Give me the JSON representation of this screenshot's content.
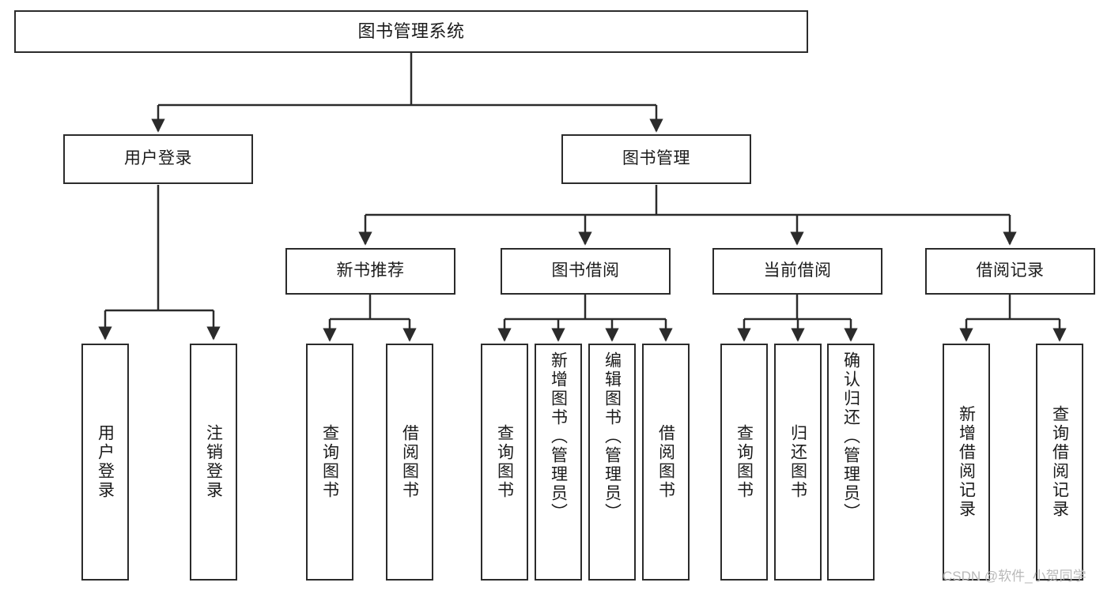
{
  "diagram": {
    "title": "图书管理系统",
    "nodes": {
      "root": {
        "label": "图书管理系统"
      },
      "level2": [
        {
          "id": "user-login",
          "label": "用户登录"
        },
        {
          "id": "book-management",
          "label": "图书管理"
        }
      ],
      "level3": [
        {
          "id": "new-book-recommend",
          "label": "新书推荐"
        },
        {
          "id": "book-borrow",
          "label": "图书借阅"
        },
        {
          "id": "current-borrow",
          "label": "当前借阅"
        },
        {
          "id": "borrow-record",
          "label": "借阅记录"
        }
      ],
      "leaves": [
        {
          "id": "leaf-user-login",
          "label": "用户登录",
          "align": "centered"
        },
        {
          "id": "leaf-logout-login",
          "label": "注销登录",
          "align": "centered"
        },
        {
          "id": "leaf-query-book-1",
          "label": "查询图书",
          "align": "centered"
        },
        {
          "id": "leaf-borrow-book-1",
          "label": "借阅图书",
          "align": "centered"
        },
        {
          "id": "leaf-query-book-2",
          "label": "查询图书",
          "align": "centered"
        },
        {
          "id": "leaf-add-book",
          "label": "新增图书（管理员）",
          "align": "top"
        },
        {
          "id": "leaf-edit-book",
          "label": "编辑图书（管理员）",
          "align": "top"
        },
        {
          "id": "leaf-borrow-book-2",
          "label": "借阅图书",
          "align": "centered"
        },
        {
          "id": "leaf-query-book-3",
          "label": "查询图书",
          "align": "centered"
        },
        {
          "id": "leaf-return-book",
          "label": "归还图书",
          "align": "centered"
        },
        {
          "id": "leaf-confirm-return",
          "label": "确认归还（管理员）",
          "align": "top"
        },
        {
          "id": "leaf-add-borrow-record",
          "label": "新增借阅记录",
          "align": "centered"
        },
        {
          "id": "leaf-query-borrow-record",
          "label": "查询借阅记录",
          "align": "centered"
        }
      ]
    },
    "colors": {
      "stroke": "#2b2b2b",
      "fill": "#ffffff",
      "text": "#1b1b1b",
      "watermark": "#b9b9b9"
    }
  },
  "watermark": {
    "text": "CSDN @软件_小贺同学"
  }
}
